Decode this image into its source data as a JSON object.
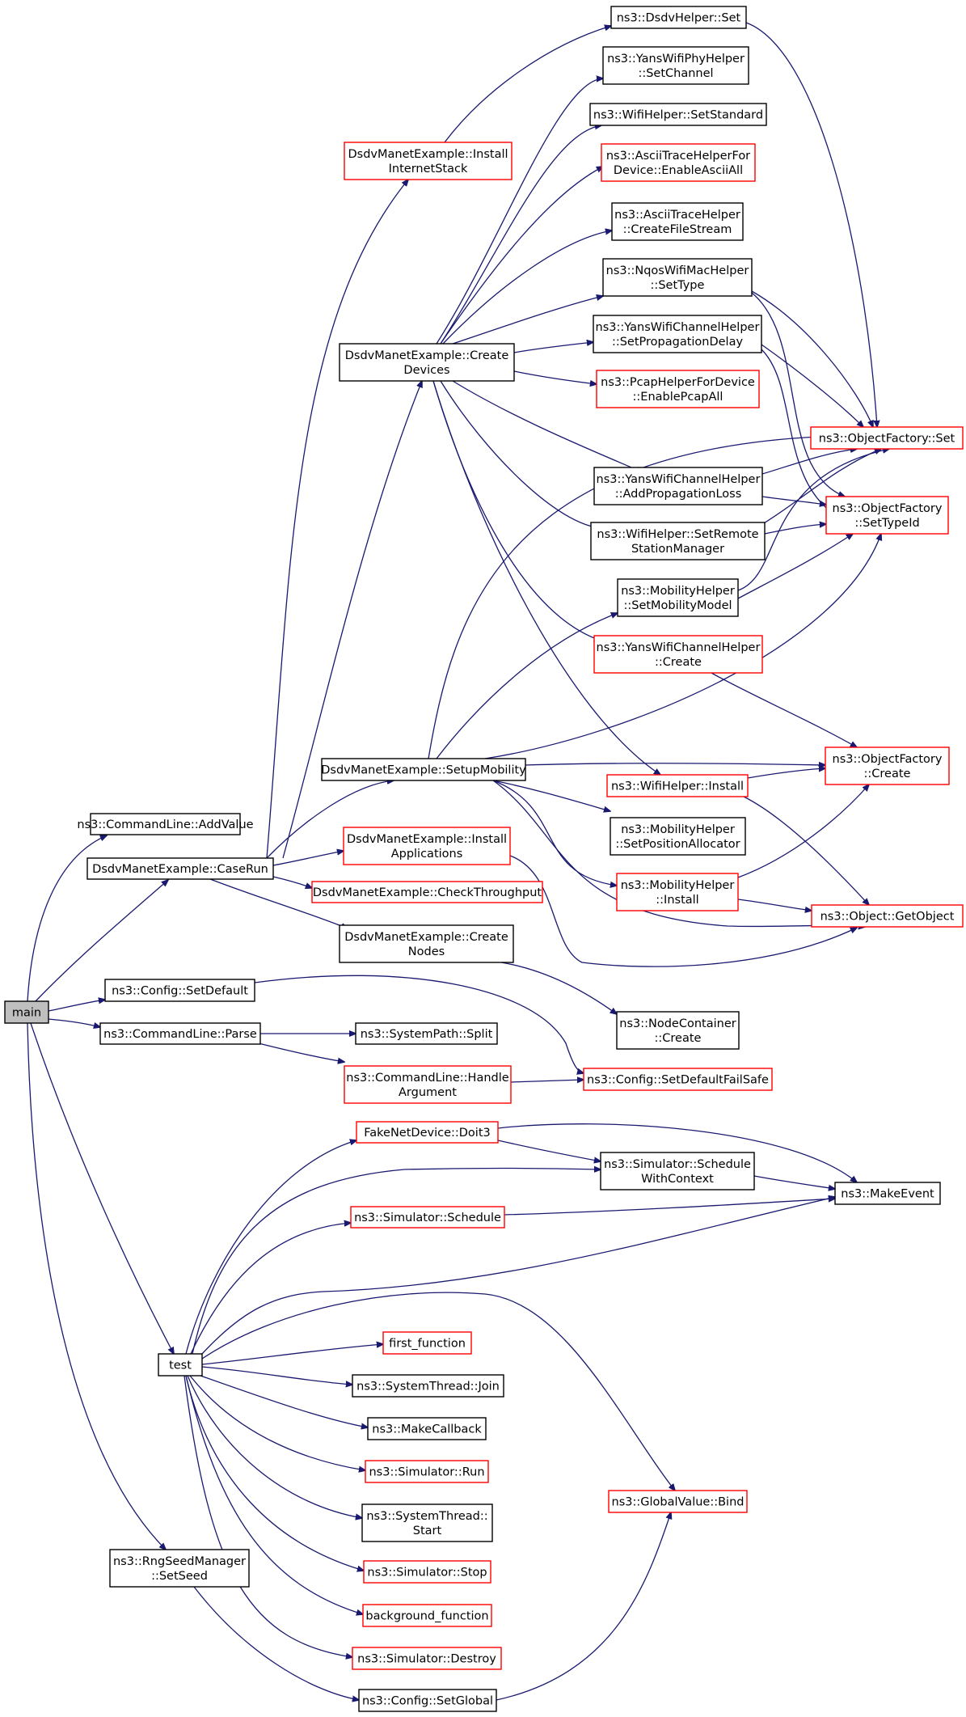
{
  "diagram": {
    "colors": {
      "edge": "#191970",
      "border_default": "#000000",
      "border_red": "#ff0000",
      "root_fill": "#bfbfbf",
      "fill": "#ffffff"
    },
    "nodes": [
      {
        "id": "main",
        "lines": [
          "main"
        ],
        "border": "grey"
      },
      {
        "id": "cmd_addvalue",
        "lines": [
          "ns3::CommandLine::AddValue"
        ],
        "border": "black"
      },
      {
        "id": "caserun",
        "lines": [
          "DsdvManetExample::CaseRun"
        ],
        "border": "black"
      },
      {
        "id": "config_setdefault",
        "lines": [
          "ns3::Config::SetDefault"
        ],
        "border": "black"
      },
      {
        "id": "cmd_parse",
        "lines": [
          "ns3::CommandLine::Parse"
        ],
        "border": "black"
      },
      {
        "id": "test",
        "lines": [
          "test"
        ],
        "border": "black"
      },
      {
        "id": "rng_setseed",
        "lines": [
          "ns3::RngSeedManager",
          "::SetSeed"
        ],
        "border": "black"
      },
      {
        "id": "install_internet",
        "lines": [
          "DsdvManetExample::Install",
          "InternetStack"
        ],
        "border": "red"
      },
      {
        "id": "create_devices",
        "lines": [
          "DsdvManetExample::Create",
          "Devices"
        ],
        "border": "black"
      },
      {
        "id": "setup_mobility",
        "lines": [
          "DsdvManetExample::SetupMobility"
        ],
        "border": "black"
      },
      {
        "id": "install_apps",
        "lines": [
          "DsdvManetExample::Install",
          "Applications"
        ],
        "border": "red"
      },
      {
        "id": "check_throughput",
        "lines": [
          "DsdvManetExample::CheckThroughput"
        ],
        "border": "red"
      },
      {
        "id": "create_nodes",
        "lines": [
          "DsdvManetExample::Create",
          "Nodes"
        ],
        "border": "black"
      },
      {
        "id": "systempath_split",
        "lines": [
          "ns3::SystemPath::Split"
        ],
        "border": "black"
      },
      {
        "id": "cmd_handlearg",
        "lines": [
          "ns3::CommandLine::Handle",
          "Argument"
        ],
        "border": "red"
      },
      {
        "id": "fakenet_doit3",
        "lines": [
          "FakeNetDevice::Doit3"
        ],
        "border": "red"
      },
      {
        "id": "sim_schedule",
        "lines": [
          "ns3::Simulator::Schedule"
        ],
        "border": "red"
      },
      {
        "id": "first_function",
        "lines": [
          "first_function"
        ],
        "border": "red"
      },
      {
        "id": "systhread_join",
        "lines": [
          "ns3::SystemThread::Join"
        ],
        "border": "black"
      },
      {
        "id": "makecallback",
        "lines": [
          "ns3::MakeCallback"
        ],
        "border": "black"
      },
      {
        "id": "sim_run",
        "lines": [
          "ns3::Simulator::Run"
        ],
        "border": "red"
      },
      {
        "id": "systhread_start",
        "lines": [
          "ns3::SystemThread::",
          "Start"
        ],
        "border": "black"
      },
      {
        "id": "sim_stop",
        "lines": [
          "ns3::Simulator::Stop"
        ],
        "border": "red"
      },
      {
        "id": "background_function",
        "lines": [
          "background_function"
        ],
        "border": "red"
      },
      {
        "id": "sim_destroy",
        "lines": [
          "ns3::Simulator::Destroy"
        ],
        "border": "red"
      },
      {
        "id": "config_setglobal",
        "lines": [
          "ns3::Config::SetGlobal"
        ],
        "border": "black"
      },
      {
        "id": "dsdvhelper_set",
        "lines": [
          "ns3::DsdvHelper::Set"
        ],
        "border": "black"
      },
      {
        "id": "yanswifiphy_setchannel",
        "lines": [
          "ns3::YansWifiPhyHelper",
          "::SetChannel"
        ],
        "border": "black"
      },
      {
        "id": "wifihelper_setstandard",
        "lines": [
          "ns3::WifiHelper::SetStandard"
        ],
        "border": "black"
      },
      {
        "id": "asciitrace_enableall",
        "lines": [
          "ns3::AsciiTraceHelperFor",
          "Device::EnableAsciiAll"
        ],
        "border": "red"
      },
      {
        "id": "asciitrace_createfile",
        "lines": [
          "ns3::AsciiTraceHelper",
          "::CreateFileStream"
        ],
        "border": "black"
      },
      {
        "id": "nqoswifimac_settype",
        "lines": [
          "ns3::NqosWifiMacHelper",
          "::SetType"
        ],
        "border": "black"
      },
      {
        "id": "yanschan_setpropdelay",
        "lines": [
          "ns3::YansWifiChannelHelper",
          "::SetPropagationDelay"
        ],
        "border": "black"
      },
      {
        "id": "pcap_enableall",
        "lines": [
          "ns3::PcapHelperForDevice",
          "::EnablePcapAll"
        ],
        "border": "red"
      },
      {
        "id": "yanschan_addproploss",
        "lines": [
          "ns3::YansWifiChannelHelper",
          "::AddPropagationLoss"
        ],
        "border": "black"
      },
      {
        "id": "wifihelper_setremote",
        "lines": [
          "ns3::WifiHelper::SetRemote",
          "StationManager"
        ],
        "border": "black"
      },
      {
        "id": "mobility_setmodel",
        "lines": [
          "ns3::MobilityHelper",
          "::SetMobilityModel"
        ],
        "border": "black"
      },
      {
        "id": "yanschan_create",
        "lines": [
          "ns3::YansWifiChannelHelper",
          "::Create"
        ],
        "border": "red"
      },
      {
        "id": "wifihelper_install",
        "lines": [
          "ns3::WifiHelper::Install"
        ],
        "border": "red"
      },
      {
        "id": "mobility_setposalloc",
        "lines": [
          "ns3::MobilityHelper",
          "::SetPositionAllocator"
        ],
        "border": "black"
      },
      {
        "id": "mobility_install",
        "lines": [
          "ns3::MobilityHelper",
          "::Install"
        ],
        "border": "red"
      },
      {
        "id": "nodecontainer_create",
        "lines": [
          "ns3::NodeContainer",
          "::Create"
        ],
        "border": "black"
      },
      {
        "id": "config_setdefaultfailsafe",
        "lines": [
          "ns3::Config::SetDefaultFailSafe"
        ],
        "border": "red"
      },
      {
        "id": "sim_schedulewithcontext",
        "lines": [
          "ns3::Simulator::Schedule",
          "WithContext"
        ],
        "border": "black"
      },
      {
        "id": "globalvalue_bind",
        "lines": [
          "ns3::GlobalValue::Bind"
        ],
        "border": "red"
      },
      {
        "id": "objfactory_set",
        "lines": [
          "ns3::ObjectFactory::Set"
        ],
        "border": "red"
      },
      {
        "id": "objfactory_settypeid",
        "lines": [
          "ns3::ObjectFactory",
          "::SetTypeId"
        ],
        "border": "red"
      },
      {
        "id": "objfactory_create",
        "lines": [
          "ns3::ObjectFactory",
          "::Create"
        ],
        "border": "red"
      },
      {
        "id": "object_getobject",
        "lines": [
          "ns3::Object::GetObject"
        ],
        "border": "red"
      },
      {
        "id": "makeevent",
        "lines": [
          "ns3::MakeEvent"
        ],
        "border": "black"
      }
    ]
  }
}
